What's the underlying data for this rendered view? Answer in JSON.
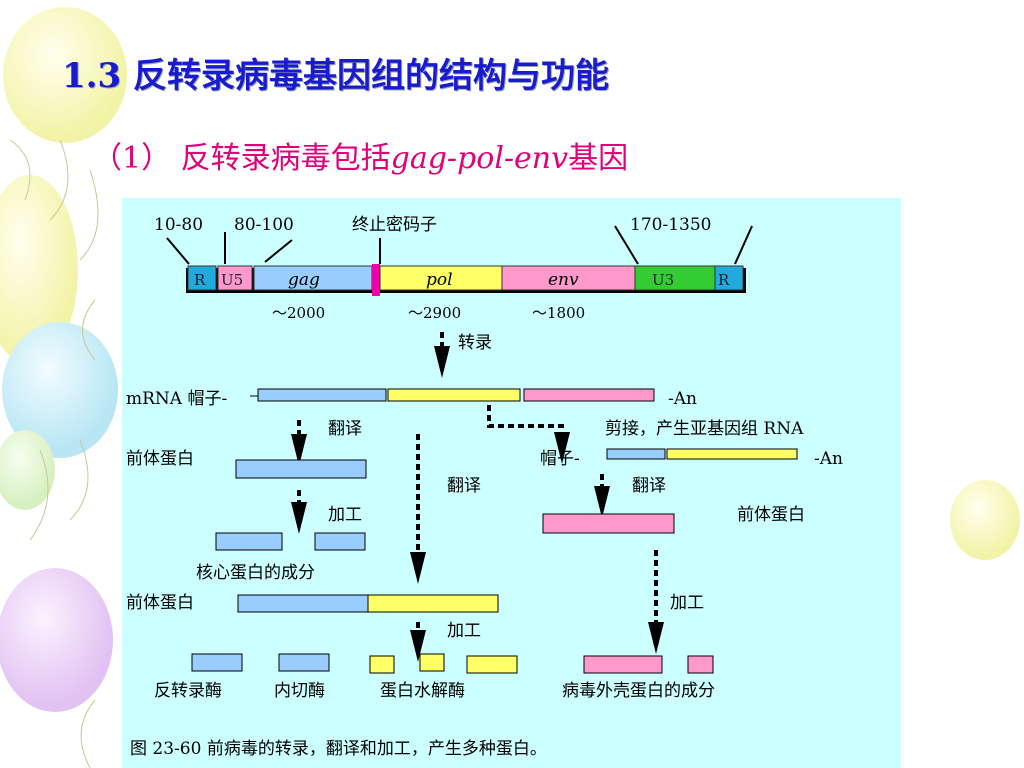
{
  "slide": {
    "title": "1.3 反转录病毒基因组的结构与功能",
    "subtitle_prefix": "（1） 反转录病毒包括",
    "subtitle_genes": "gag-pol-env",
    "subtitle_suffix": "基因"
  },
  "diagram": {
    "top_labels": {
      "len_r": "10-80",
      "len_u5": "80-100",
      "stop_codon": "终止密码子",
      "len_u3": "170-1350"
    },
    "genome_segments": {
      "r_left": "R",
      "u5": "U5",
      "gag": "gag",
      "pol": "pol",
      "env": "env",
      "u3": "U3",
      "r_right": "R"
    },
    "gene_lengths": {
      "gag": "～2000",
      "pol": "～2900",
      "env": "～1800"
    },
    "labels": {
      "transcription": "转录",
      "mrna": "mRNA 帽子-",
      "polya_1": "-An",
      "translation_1": "翻译",
      "splicing": "剪接，产生亚基因组 RNA",
      "precursor_1": "前体蛋白",
      "cap_2": "帽子-",
      "polya_2": "-An",
      "translation_2": "翻译",
      "translation_3": "翻译",
      "processing_1": "加工",
      "precursor_env": "前体蛋白",
      "core_components": "核心蛋白的成分",
      "precursor_2": "前体蛋白",
      "processing_env": "加工",
      "processing_2": "加工",
      "reverse_transcriptase": "反转录酶",
      "endonuclease": "内切酶",
      "protease": "蛋白水解酶",
      "envelope_components": "病毒外壳蛋白的成分"
    },
    "caption": "图 23-60 前病毒的转录，翻译和加工，产生多种蛋白。",
    "colors": {
      "background": "#ccffff",
      "r": "#22aadd",
      "u5": "#ff99cc",
      "gag": "#99ccff",
      "pol": "#ffff66",
      "env": "#ff99cc",
      "u3": "#33cc33",
      "stop_marker": "#ee00aa"
    }
  }
}
